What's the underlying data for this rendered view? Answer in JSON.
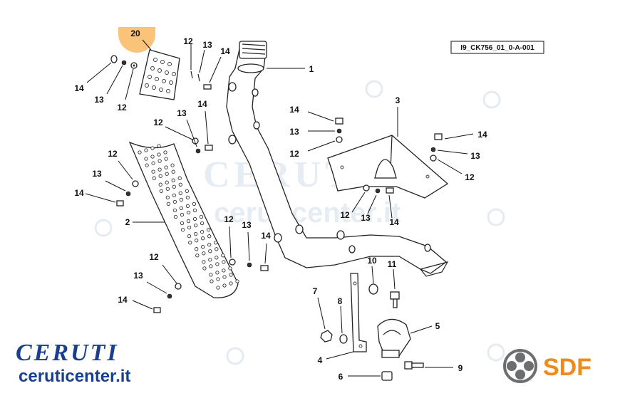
{
  "diagram_code": "I9_CK756_01_0-A-001",
  "highlight_label": "20",
  "watermark": {
    "brand": "CERUTI",
    "site": "ceruticenter.it",
    "sdf": "SDF"
  },
  "footer": {
    "brand": "CERUTI",
    "site": "ceruticenter.it",
    "sdf": "SDF"
  },
  "colors": {
    "highlight": "#f9c47a",
    "brand_blue": "#1a3f8f",
    "sdf_orange": "#f08a1c",
    "sdf_gray": "#6d6e70"
  },
  "callouts": [
    "20",
    "12",
    "13",
    "14",
    "1",
    "14",
    "13",
    "12",
    "12",
    "13",
    "14",
    "14",
    "13",
    "12",
    "3",
    "14",
    "13",
    "12",
    "12",
    "13",
    "14",
    "2",
    "12",
    "13",
    "14",
    "12",
    "13",
    "14",
    "12",
    "13",
    "14",
    "10",
    "11",
    "7",
    "8",
    "5",
    "4",
    "6",
    "9"
  ]
}
